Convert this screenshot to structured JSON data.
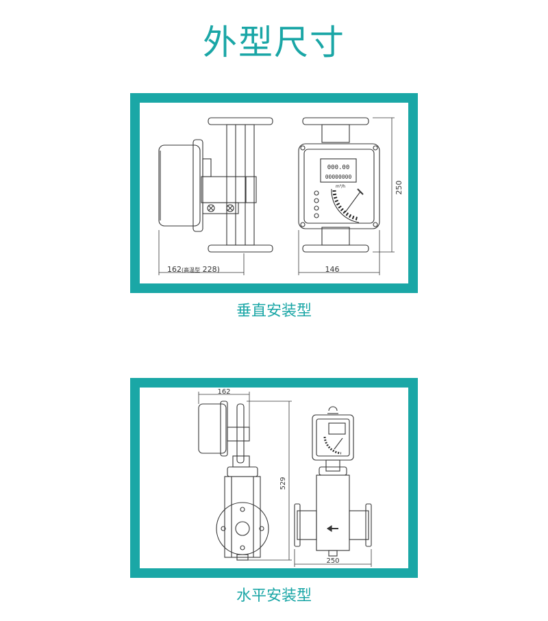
{
  "page": {
    "title": "外型尺寸"
  },
  "vertical": {
    "caption": "垂直安装型",
    "dim_side": "162",
    "dim_side_note": "(高温型",
    "dim_side_high": "228)",
    "dim_width": "146",
    "dim_height": "250",
    "display_line1": "000.00",
    "display_line2": "00000000",
    "unit": "m³/h"
  },
  "horizontal": {
    "caption": "水平安装型",
    "dim_top": "162",
    "dim_height": "529",
    "dim_width": "250"
  },
  "colors": {
    "accent": "#1aa7a6",
    "line": "#333333"
  }
}
